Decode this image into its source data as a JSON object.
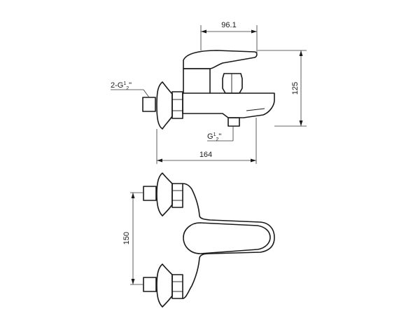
{
  "dimensions": {
    "spout_reach": "96.1",
    "height": "125",
    "total_length": "164",
    "centers": "150"
  },
  "connections": {
    "inlet": {
      "prefix": "2-G",
      "sup": "1",
      "sub": "2",
      "suffix": "\""
    },
    "outlet": {
      "prefix": "G",
      "sup": "1",
      "sub": "2",
      "suffix": "\""
    }
  }
}
